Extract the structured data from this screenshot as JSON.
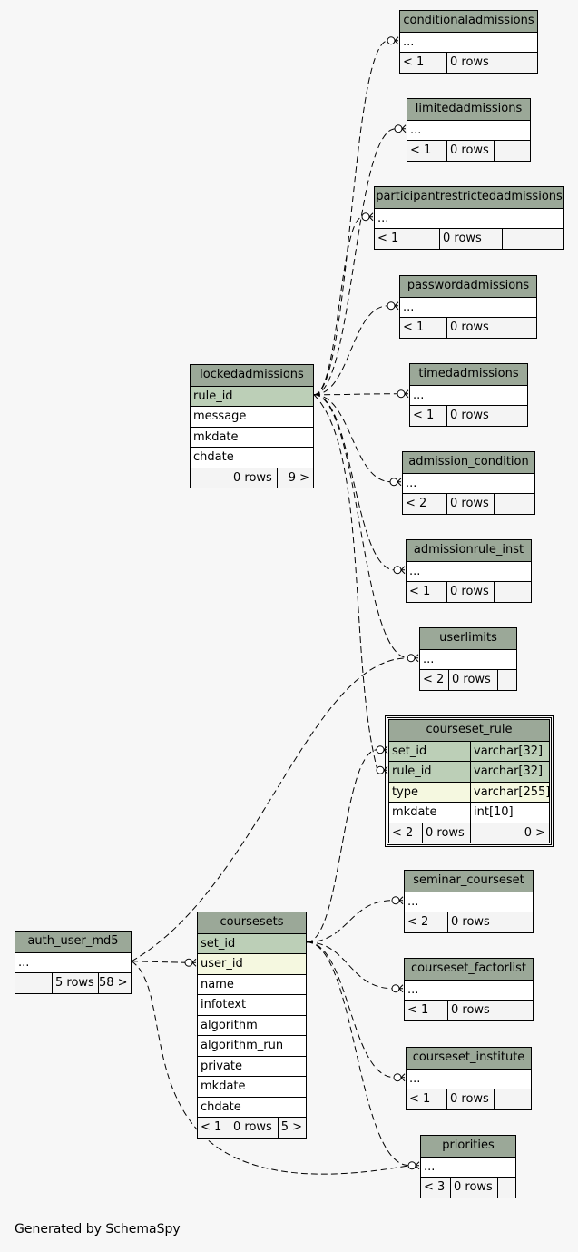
{
  "diagram": {
    "footer": "Generated by SchemaSpy",
    "tables": {
      "conditionaladmissions": {
        "name": "conditionaladmissions",
        "rows": [
          {
            "label": "..."
          }
        ],
        "stats": {
          "parents": "< 1",
          "rows": "0 rows",
          "children": ""
        }
      },
      "limitedadmissions": {
        "name": "limitedadmissions",
        "rows": [
          {
            "label": "..."
          }
        ],
        "stats": {
          "parents": "< 1",
          "rows": "0 rows",
          "children": ""
        }
      },
      "participantrestrictedadmissions": {
        "name": "participantrestrictedadmissions",
        "rows": [
          {
            "label": "..."
          }
        ],
        "stats": {
          "parents": "< 1",
          "rows": "0 rows",
          "children": ""
        }
      },
      "passwordadmissions": {
        "name": "passwordadmissions",
        "rows": [
          {
            "label": "..."
          }
        ],
        "stats": {
          "parents": "< 1",
          "rows": "0 rows",
          "children": ""
        }
      },
      "timedadmissions": {
        "name": "timedadmissions",
        "rows": [
          {
            "label": "..."
          }
        ],
        "stats": {
          "parents": "< 1",
          "rows": "0 rows",
          "children": ""
        }
      },
      "admission_condition": {
        "name": "admission_condition",
        "rows": [
          {
            "label": "..."
          }
        ],
        "stats": {
          "parents": "< 2",
          "rows": "0 rows",
          "children": ""
        }
      },
      "admissionrule_inst": {
        "name": "admissionrule_inst",
        "rows": [
          {
            "label": "..."
          }
        ],
        "stats": {
          "parents": "< 1",
          "rows": "0 rows",
          "children": ""
        }
      },
      "userlimits": {
        "name": "userlimits",
        "rows": [
          {
            "label": "..."
          }
        ],
        "stats": {
          "parents": "< 2",
          "rows": "0 rows",
          "children": ""
        }
      },
      "lockedadmissions": {
        "name": "lockedadmissions",
        "rows": [
          {
            "label": "rule_id",
            "kind": "pk"
          },
          {
            "label": "message"
          },
          {
            "label": "mkdate"
          },
          {
            "label": "chdate"
          }
        ],
        "stats": {
          "parents": "",
          "rows": "0 rows",
          "children": "9 >"
        }
      },
      "courseset_rule": {
        "name": "courseset_rule",
        "rows": [
          {
            "label": "set_id",
            "type": "varchar[32]",
            "kind": "pk"
          },
          {
            "label": "rule_id",
            "type": "varchar[32]",
            "kind": "pk"
          },
          {
            "label": "type",
            "type": "varchar[255]",
            "kind": "fk"
          },
          {
            "label": "mkdate",
            "type": "int[10]"
          }
        ],
        "stats": {
          "parents": "< 2",
          "rows": "0 rows",
          "children": "0 >"
        }
      },
      "seminar_courseset": {
        "name": "seminar_courseset",
        "rows": [
          {
            "label": "..."
          }
        ],
        "stats": {
          "parents": "< 2",
          "rows": "0 rows",
          "children": ""
        }
      },
      "courseset_factorlist": {
        "name": "courseset_factorlist",
        "rows": [
          {
            "label": "..."
          }
        ],
        "stats": {
          "parents": "< 1",
          "rows": "0 rows",
          "children": ""
        }
      },
      "courseset_institute": {
        "name": "courseset_institute",
        "rows": [
          {
            "label": "..."
          }
        ],
        "stats": {
          "parents": "< 1",
          "rows": "0 rows",
          "children": ""
        }
      },
      "priorities": {
        "name": "priorities",
        "rows": [
          {
            "label": "..."
          }
        ],
        "stats": {
          "parents": "< 3",
          "rows": "0 rows",
          "children": ""
        }
      },
      "auth_user_md5": {
        "name": "auth_user_md5",
        "rows": [
          {
            "label": "..."
          }
        ],
        "stats": {
          "parents": "",
          "rows": "5 rows",
          "children": "58 >"
        }
      },
      "coursesets": {
        "name": "coursesets",
        "rows": [
          {
            "label": "set_id",
            "kind": "pk"
          },
          {
            "label": "user_id",
            "kind": "fk"
          },
          {
            "label": "name"
          },
          {
            "label": "infotext"
          },
          {
            "label": "algorithm"
          },
          {
            "label": "algorithm_run"
          },
          {
            "label": "private"
          },
          {
            "label": "mkdate"
          },
          {
            "label": "chdate"
          }
        ],
        "stats": {
          "parents": "< 1",
          "rows": "0 rows",
          "children": "5 >"
        }
      }
    }
  }
}
